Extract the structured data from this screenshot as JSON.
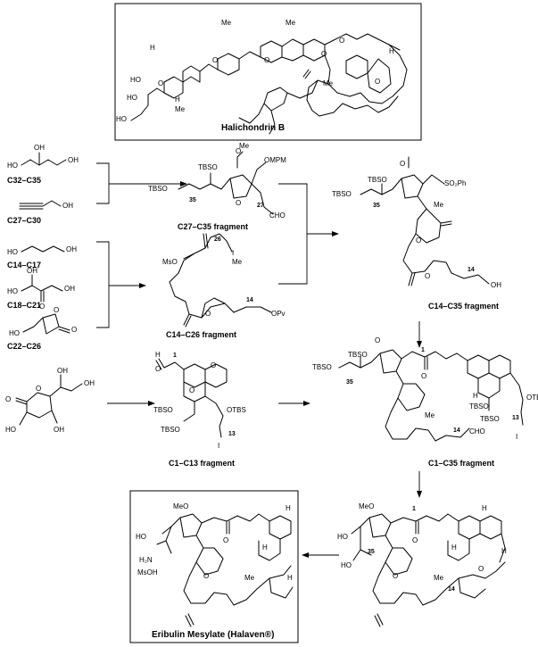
{
  "labels": {
    "halichondrin_b": "Halichondrin B",
    "c32_c35": "C32–C35",
    "c27_c30": "C27–C30",
    "c27_c35_fragment": "C27–C35 fragment",
    "c14_c17": "C14–C17",
    "c18_c21": "C18–C21",
    "c22_c26": "C22–C26",
    "c14_c26_fragment": "C14–C26 fragment",
    "c14_c35_fragment": "C14–C35 fragment",
    "c1_c13_fragment": "C1–C13 fragment",
    "c1_c35_fragment": "C1–C35 fragment",
    "eribulin": "Eribulin Mesylate (Halaven®)"
  },
  "atoms": {
    "tbso": "TBSO",
    "tbs": "TBS",
    "otbs": "OTBS",
    "tbso_short": "TBSO",
    "ho": "HO",
    "oh": "OH",
    "o": "O",
    "me": "Me",
    "ome": "O",
    "meo": "MeO",
    "ompm": "OMPM",
    "cho": "CHO",
    "so2ph": "SO₂Ph",
    "mso": "MsO",
    "opv": "OPv",
    "i": "I",
    "h": "H",
    "h2n": "H₂N",
    "msoh": "MsOH"
  },
  "numbers": {
    "n1": "1",
    "n13": "13",
    "n14": "14",
    "n26": "26",
    "n27": "27",
    "n35": "35"
  }
}
